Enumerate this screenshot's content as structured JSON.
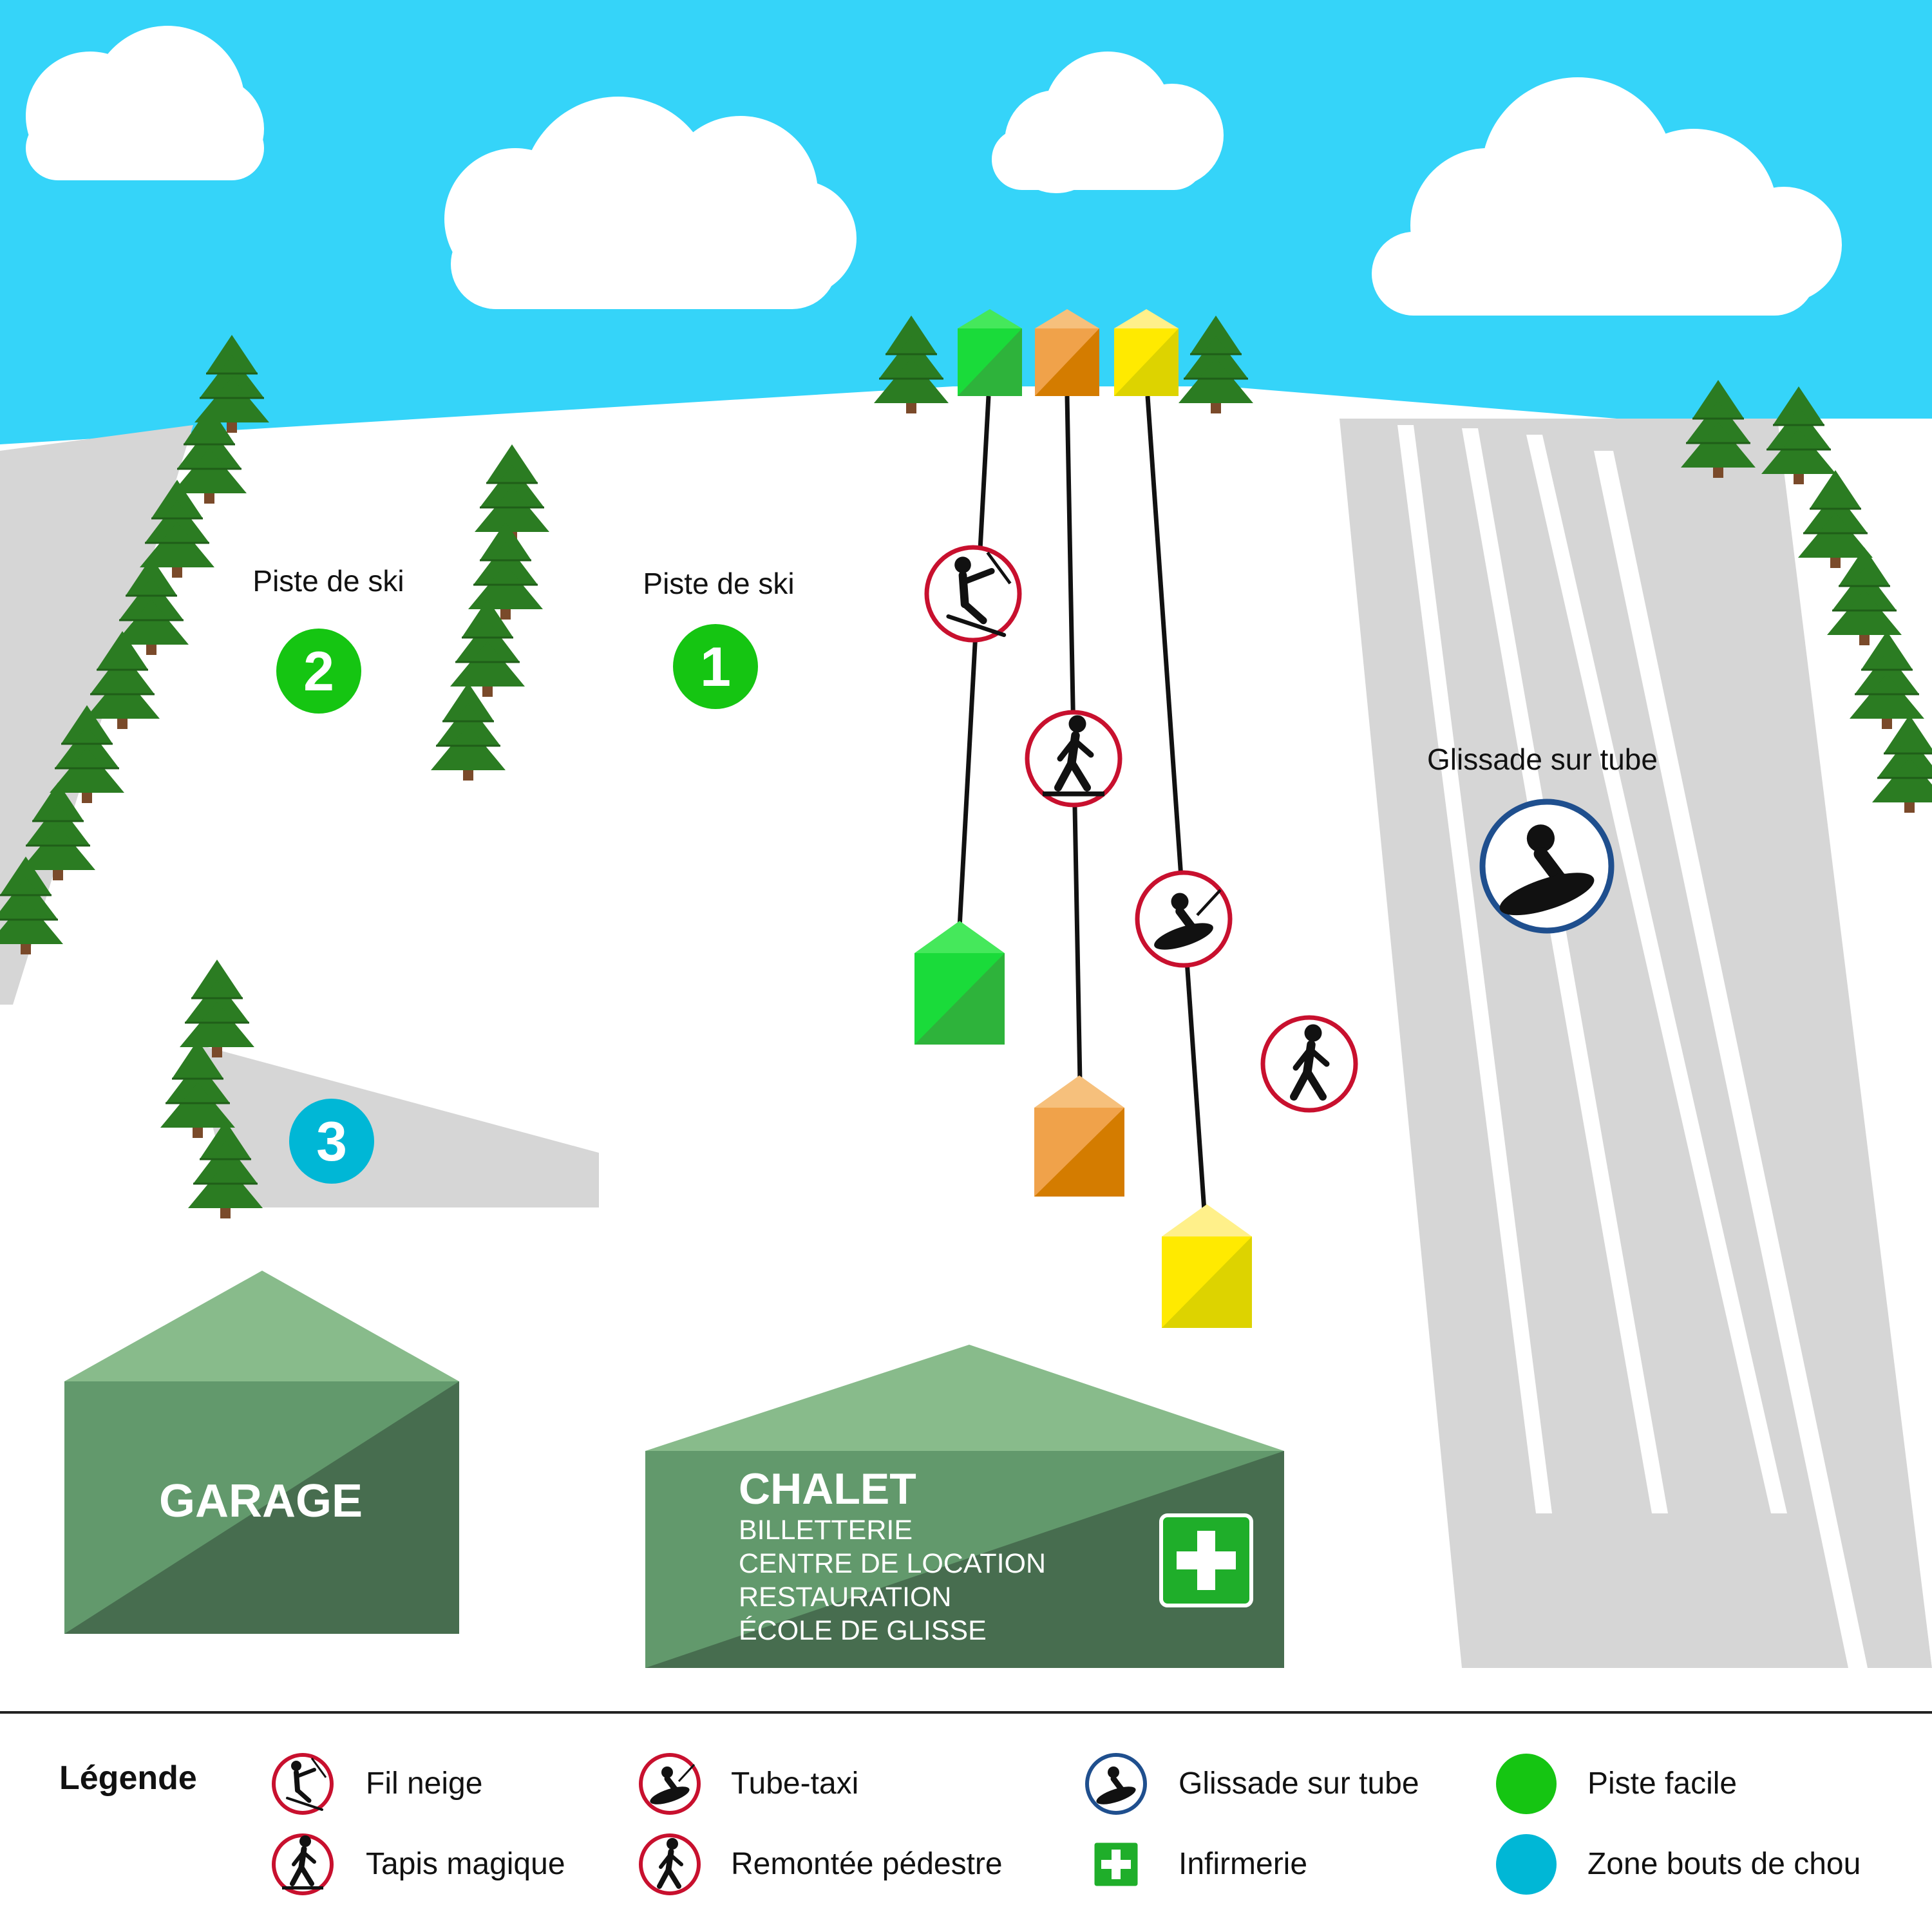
{
  "colors": {
    "sky": "#35d4f9",
    "snow": "#ffffff",
    "track": "#d6d6d6",
    "tree": "#2b7c22",
    "trunk": "#7a4a2a",
    "green_lift": "#1adb3a",
    "orange_lift": "#f0a24a",
    "yellow_lift": "#ffea00",
    "building": "#62996c",
    "easy_green": "#15c512",
    "kids_blue": "#00b7d6",
    "sign_red": "#c8102e",
    "tube_blue": "#1f4f8e",
    "first_aid": "#1fae2a"
  },
  "labels": {
    "slope_2_title": "Piste de ski",
    "slope_2_number": "2",
    "slope_1_title": "Piste de ski",
    "slope_1_number": "1",
    "kids_zone_number": "3",
    "tubing_title": "Glissade sur tube"
  },
  "buildings": {
    "garage": {
      "title": "GARAGE"
    },
    "chalet": {
      "title": "CHALET",
      "lines": [
        "BILLETTERIE",
        "CENTRE DE LOCATION",
        "RESTAURATION",
        "ÉCOLE DE GLISSE"
      ]
    }
  },
  "map_icons": {
    "rope_tow": "skier-rope-icon",
    "magic_carpet": "walker-carpet-icon",
    "tube_taxi": "tube-taxi-icon",
    "walking_lift": "walker-icon",
    "tubing": "tube-slide-icon",
    "first_aid": "first-aid-icon"
  },
  "legend": {
    "title": "Légende",
    "items": [
      {
        "label": "Fil neige",
        "icon": "skier-rope-icon"
      },
      {
        "label": "Tapis magique",
        "icon": "walker-carpet-icon"
      },
      {
        "label": "Tube-taxi",
        "icon": "tube-taxi-icon"
      },
      {
        "label": "Remontée pédestre",
        "icon": "walker-icon"
      },
      {
        "label": "Glissade sur tube",
        "icon": "tube-slide-icon"
      },
      {
        "label": "Infirmerie",
        "icon": "first-aid-icon"
      },
      {
        "label": "Piste facile",
        "icon": "green-dot-icon"
      },
      {
        "label": "Zone bouts de chou",
        "icon": "blue-dot-icon"
      }
    ]
  }
}
